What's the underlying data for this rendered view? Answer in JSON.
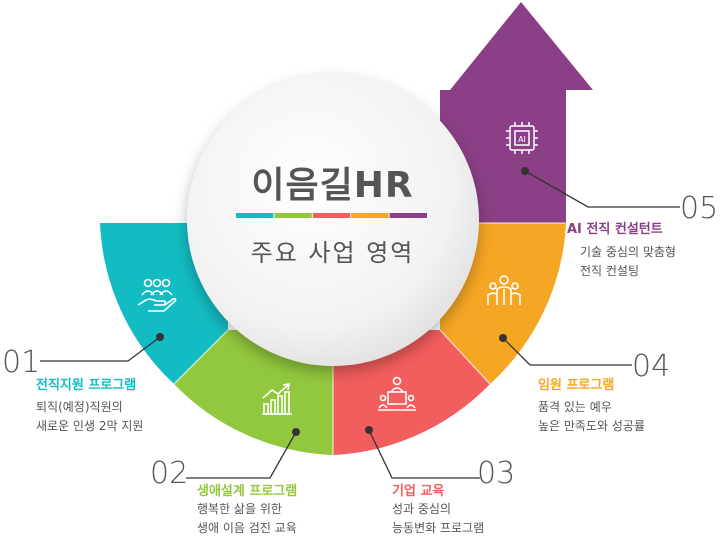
{
  "center": {
    "title": "이음길HR",
    "subtitle": "주요 사업 영역",
    "bar_colors": [
      "#13bcc2",
      "#92c83e",
      "#f25d5d",
      "#f5a623",
      "#8b3f86"
    ]
  },
  "items": [
    {
      "num": "01",
      "title": "전직지원 프로그램",
      "color": "#13bcc2",
      "icon": "people-care-hand-icon",
      "desc": [
        "퇴직(예정)직원의",
        "새로운 인생 2막 지원"
      ]
    },
    {
      "num": "02",
      "title": "생애설계 프로그램",
      "color": "#92c83e",
      "icon": "growth-chart-icon",
      "desc": [
        "행복한 삶을 위한",
        "생애 이음 검진 교육"
      ]
    },
    {
      "num": "03",
      "title": "기업 교육",
      "color": "#f25d5d",
      "icon": "presenter-audience-icon",
      "desc": [
        "성과 중심의",
        "능동변화 프로그램"
      ]
    },
    {
      "num": "04",
      "title": "임원 프로그램",
      "color": "#f5a623",
      "icon": "executive-team-icon",
      "desc": [
        "품격 있는 예우",
        "높은 만족도와 성공률"
      ]
    },
    {
      "num": "05",
      "title": "AI 전직 컨설턴트",
      "color": "#8b3f86",
      "icon": "ai-chip-icon",
      "desc": [
        "기술 중심의 맞춤형",
        "전직 컨설팅"
      ]
    }
  ]
}
